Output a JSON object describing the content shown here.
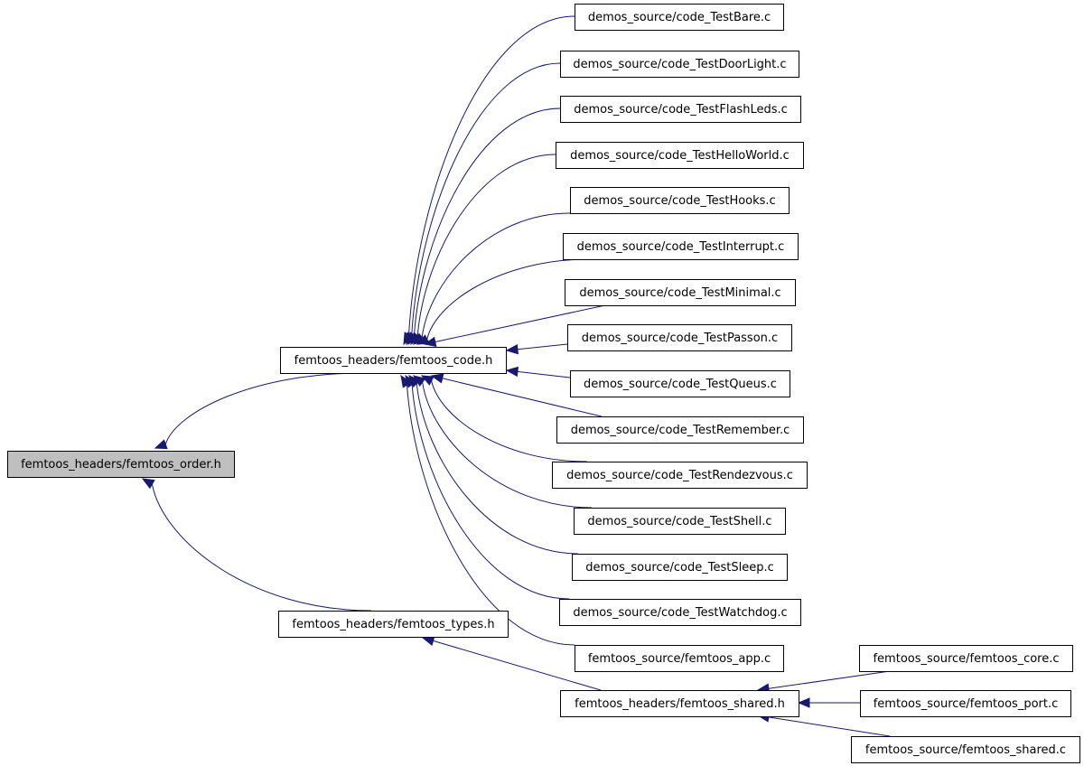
{
  "graph": {
    "nodes": [
      {
        "id": "order",
        "label": "femtoos_headers/femtoos_order.h",
        "highlight": true
      },
      {
        "id": "code",
        "label": "femtoos_headers/femtoos_code.h"
      },
      {
        "id": "types",
        "label": "femtoos_headers/femtoos_types.h"
      },
      {
        "id": "shared_h",
        "label": "femtoos_headers/femtoos_shared.h"
      },
      {
        "id": "bare",
        "label": "demos_source/code_TestBare.c"
      },
      {
        "id": "door",
        "label": "demos_source/code_TestDoorLight.c"
      },
      {
        "id": "flash",
        "label": "demos_source/code_TestFlashLeds.c"
      },
      {
        "id": "hello",
        "label": "demos_source/code_TestHelloWorld.c"
      },
      {
        "id": "hooks",
        "label": "demos_source/code_TestHooks.c"
      },
      {
        "id": "intr",
        "label": "demos_source/code_TestInterrupt.c"
      },
      {
        "id": "minimal",
        "label": "demos_source/code_TestMinimal.c"
      },
      {
        "id": "passon",
        "label": "demos_source/code_TestPasson.c"
      },
      {
        "id": "queus",
        "label": "demos_source/code_TestQueus.c"
      },
      {
        "id": "remember",
        "label": "demos_source/code_TestRemember.c"
      },
      {
        "id": "rendez",
        "label": "demos_source/code_TestRendezvous.c"
      },
      {
        "id": "shell",
        "label": "demos_source/code_TestShell.c"
      },
      {
        "id": "sleep",
        "label": "demos_source/code_TestSleep.c"
      },
      {
        "id": "watchdog",
        "label": "demos_source/code_TestWatchdog.c"
      },
      {
        "id": "app",
        "label": "femtoos_source/femtoos_app.c"
      },
      {
        "id": "core",
        "label": "femtoos_source/femtoos_core.c"
      },
      {
        "id": "port",
        "label": "femtoos_source/femtoos_port.c"
      },
      {
        "id": "shared_c",
        "label": "femtoos_source/femtoos_shared.c"
      }
    ],
    "edges": [
      {
        "from": "code",
        "to": "order"
      },
      {
        "from": "types",
        "to": "order"
      },
      {
        "from": "bare",
        "to": "code"
      },
      {
        "from": "door",
        "to": "code"
      },
      {
        "from": "flash",
        "to": "code"
      },
      {
        "from": "hello",
        "to": "code"
      },
      {
        "from": "hooks",
        "to": "code"
      },
      {
        "from": "intr",
        "to": "code"
      },
      {
        "from": "minimal",
        "to": "code"
      },
      {
        "from": "passon",
        "to": "code"
      },
      {
        "from": "queus",
        "to": "code"
      },
      {
        "from": "remember",
        "to": "code"
      },
      {
        "from": "rendez",
        "to": "code"
      },
      {
        "from": "shell",
        "to": "code"
      },
      {
        "from": "sleep",
        "to": "code"
      },
      {
        "from": "watchdog",
        "to": "code"
      },
      {
        "from": "app",
        "to": "code"
      },
      {
        "from": "shared_h",
        "to": "types"
      },
      {
        "from": "core",
        "to": "shared_h"
      },
      {
        "from": "port",
        "to": "shared_h"
      },
      {
        "from": "shared_c",
        "to": "shared_h"
      }
    ],
    "colors": {
      "edge": "#191970",
      "highlight_fill": "#bfbfbf",
      "node_fill": "#ffffff",
      "border": "#000000"
    }
  }
}
